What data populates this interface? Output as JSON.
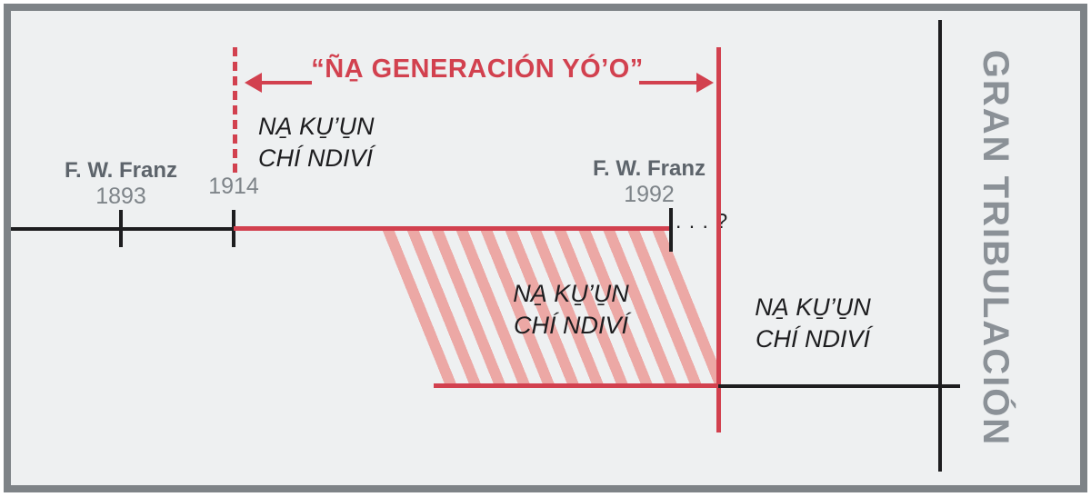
{
  "colors": {
    "background": "#eef0f1",
    "frame_border": "#7e8387",
    "accent_red": "#d2414f",
    "stripe_pink": "#eca8a5",
    "text_black": "#1d1d1f",
    "label_gray_dark": "#5d646b",
    "label_gray": "#7e8489",
    "tribulation_gray": "#8b9197"
  },
  "generation_span": {
    "title": "“ÑA̱ GENERACIÓN YÓ’O”"
  },
  "timeline": {
    "franz_birth": {
      "name": "F. W. Franz",
      "year": "1893"
    },
    "start_year": "1914",
    "franz_death": {
      "name": "F. W. Franz",
      "year": "1992"
    },
    "continuation": ". . . ?"
  },
  "anointed_labels": {
    "first_group": {
      "line1": "NA̱ KU̱’U̱N",
      "line2": "CHÍ NDIVÍ"
    },
    "overlap_group": {
      "line1": "NA̱ KU̱’U̱N",
      "line2": "CHÍ NDIVÍ"
    },
    "last_group": {
      "line1": "NA̱ KU̱’U̱N",
      "line2": "CHÍ NDIVÍ"
    }
  },
  "tribulation": {
    "label": "GRAN TRIBULACIÓN"
  }
}
